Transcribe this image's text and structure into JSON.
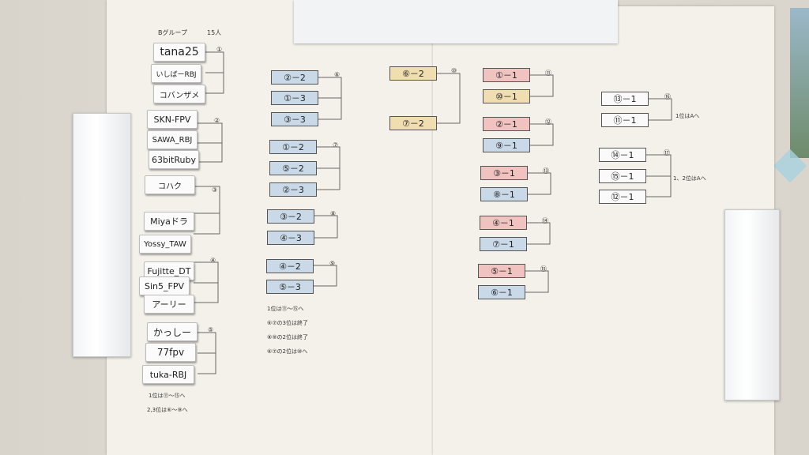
{
  "header": {
    "group": "Bグループ",
    "count": "15人"
  },
  "players": [
    "tana25",
    "いしばーRBJ",
    "コバンザメ",
    "SKN-FPV",
    "SAWA_RBJ",
    "63bitRuby",
    "コハク",
    "Miyaドラ",
    "Yossy_TAW",
    "Fujitte_DT",
    "Sin5_FPV",
    "アーリー",
    "かっしー",
    "77fpv",
    "tuka-RBJ"
  ],
  "group_nums": [
    "①",
    "②",
    "③",
    "④",
    "⑤"
  ],
  "round2": [
    "②－2",
    "①－3",
    "③－3",
    "①－2",
    "⑤－2",
    "②－3",
    "③－2",
    "④－3",
    "④－2",
    "⑤－3"
  ],
  "round2_nums": [
    "⑥",
    "⑦",
    "⑧",
    "⑨"
  ],
  "round3": [
    "⑥－2",
    "⑦－2"
  ],
  "round3_num": "⑩",
  "finals": [
    "①－1",
    "⑩－1",
    "②－1",
    "⑨－1",
    "③－1",
    "⑧－1",
    "④－1",
    "⑦－1",
    "⑤－1",
    "⑥－1"
  ],
  "finals_nums": [
    "⑪",
    "⑫",
    "⑬",
    "⑭",
    "⑮"
  ],
  "right": [
    "⑬－1",
    "⑪－1",
    "⑭－1",
    "⑮－1",
    "⑫－1"
  ],
  "right_nums": [
    "⑯",
    "⑰"
  ],
  "right_notes": [
    "1位はAへ",
    "1、2位はAへ"
  ],
  "notes_left": [
    "1位は⑪～⑮へ",
    "2,3位は⑥～⑨へ"
  ],
  "notes_mid": [
    "1位は⑪～⑮へ",
    "⑥⑦の3位は終了",
    "⑧⑨の2位は終了",
    "⑥⑦の2位は⑩へ"
  ]
}
